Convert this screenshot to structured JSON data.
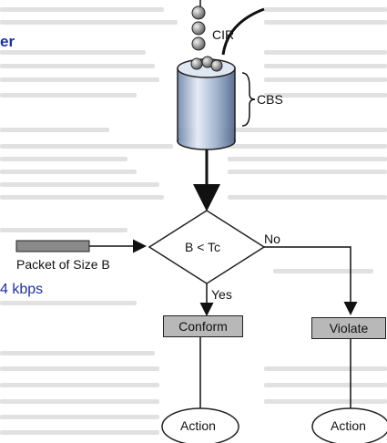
{
  "header_fragment": "er",
  "cir_label": "CIR",
  "cbs_label": "CBS",
  "decision_label": "B < Tc",
  "no_label": "No",
  "yes_label": "Yes",
  "packet_label": "Packet of Size B",
  "kbps_fragment": "4 kbps",
  "conform_label": "Conform",
  "violate_label": "Violate",
  "action_left_label": "Action",
  "action_right_label": "Action",
  "colors": {
    "accent_text": "#1c2fa8",
    "box_fill": "#b8b8b8"
  }
}
